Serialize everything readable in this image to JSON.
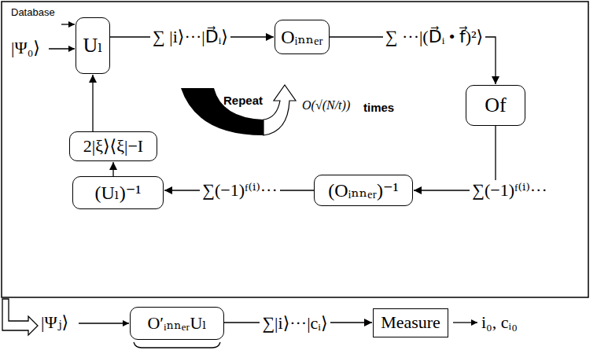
{
  "diagram": {
    "nodes": [
      {
        "text": [
          "Uₗ"
        ]
      },
      {
        "text": [
          "Oᵢₙₙₑᵣ"
        ]
      },
      {
        "text": [
          "Of"
        ]
      },
      {
        "text": [
          "(Oᵢₙₙₑᵣ)⁻¹"
        ]
      },
      {
        "text": [
          "(Uₗ)⁻¹"
        ]
      },
      {
        "text": [
          "2|ξ⟩⟨ξ|−I"
        ]
      },
      {
        "text": [
          "O′ᵢₙₙₑᵣUₗ"
        ]
      },
      {
        "text": [
          "Measure"
        ]
      }
    ],
    "edges": [
      {
        "from": 0,
        "to": 1,
        "arrow": "to",
        "label": "∑ |i⟩···|D⃗ᵢ⟩"
      },
      {
        "from": 1,
        "to": 2,
        "arrow": "to",
        "label": "∑ ···|(D⃗ᵢ • f⃗)²⟩"
      },
      {
        "from": 2,
        "to": 3,
        "arrow": "to",
        "label": "∑(−1)ᶠ⁽ⁱ⁾···"
      },
      {
        "from": 3,
        "to": 4,
        "arrow": "to",
        "label": "∑(−1)ᶠ⁽ⁱ⁾···"
      },
      {
        "from": 4,
        "to": 5,
        "arrow": "to"
      },
      {
        "from": 5,
        "to": 0,
        "arrow": "to"
      },
      {
        "from": 6,
        "to": 7,
        "arrow": "to",
        "label": "∑|i⟩···|cᵢ⟩"
      }
    ],
    "labels": [
      "Database",
      "|Ψ₀⟩",
      "Repeat",
      "O(√(N/t))",
      "times",
      "|Ψⱼ⟩",
      "i₀, cᵢ₀"
    ]
  }
}
